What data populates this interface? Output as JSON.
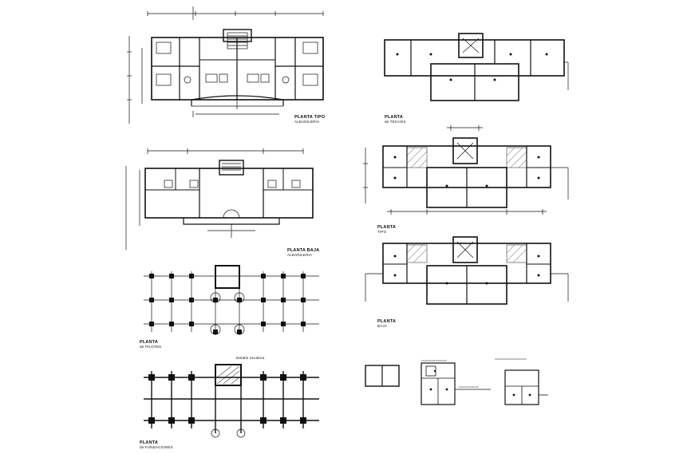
{
  "drawings": [
    {
      "id": "alba-tipo",
      "title": "PLANTA TIPO",
      "subtitle": "ALBAÑILERIA"
    },
    {
      "id": "alba-baja",
      "title": "PLANTA BAJA",
      "subtitle": "ALBAÑILERIA"
    },
    {
      "id": "pilotes",
      "title": "PLANTA",
      "subtitle": "de PILOTES"
    },
    {
      "id": "fundaciones",
      "title": "PLANTA",
      "subtitle": "de FUNDACIONES"
    },
    {
      "id": "techos",
      "title": "PLANTA",
      "subtitle": "de TECHOS"
    },
    {
      "id": "tipo",
      "title": "PLANTA",
      "subtitle": "TIPO"
    },
    {
      "id": "baja",
      "title": "PLANTA",
      "subtitle": "BAJA"
    }
  ],
  "detail_note": "Detalle escalera",
  "colors": {
    "line": "#111111",
    "hatch": "#444444",
    "fill": "#ffffff"
  }
}
